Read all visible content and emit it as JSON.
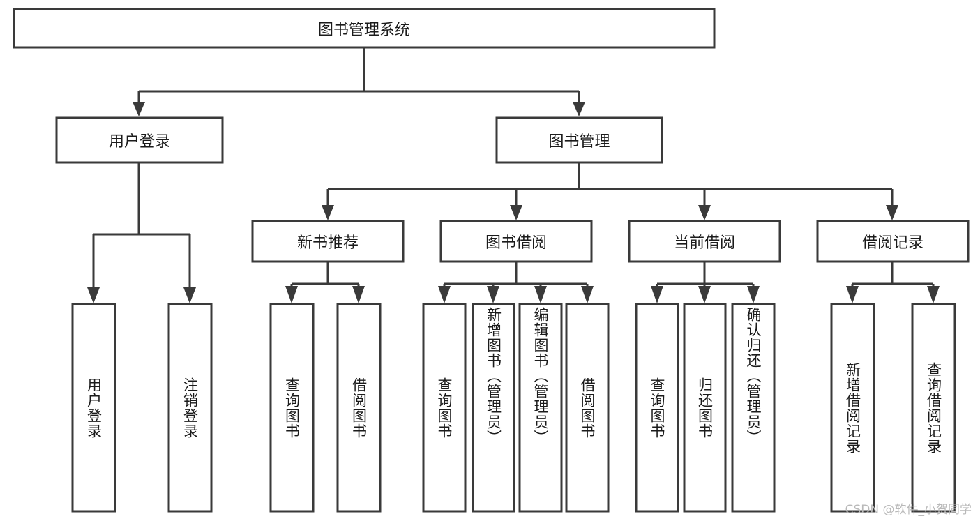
{
  "diagram": {
    "type": "hierarchy-tree",
    "title": "图书管理系统",
    "watermark": "CSDN @软件_小贺同学",
    "colors": {
      "stroke": "#3a3a3a",
      "box_fill": "#ffffff",
      "text": "#1b1b1b",
      "watermark": "#b9b9b9",
      "background": "#ffffff"
    },
    "root": {
      "label": "图书管理系统",
      "orientation": "horizontal"
    },
    "level2": [
      {
        "label": "用户登录",
        "orientation": "horizontal"
      },
      {
        "label": "图书管理",
        "orientation": "horizontal"
      }
    ],
    "level3": [
      {
        "label": "新书推荐",
        "orientation": "horizontal"
      },
      {
        "label": "图书借阅",
        "orientation": "horizontal"
      },
      {
        "label": "当前借阅",
        "orientation": "horizontal"
      },
      {
        "label": "借阅记录",
        "orientation": "horizontal"
      }
    ],
    "leaves": {
      "user_login": [
        {
          "label": "用户登录",
          "orientation": "vertical"
        },
        {
          "label": "注销登录",
          "orientation": "vertical"
        }
      ],
      "new_book_recommend": [
        {
          "label": "查询图书",
          "orientation": "vertical"
        },
        {
          "label": "借阅图书",
          "orientation": "vertical"
        }
      ],
      "book_borrow": [
        {
          "label": "查询图书",
          "orientation": "vertical"
        },
        {
          "label": "新增图书（管理员）",
          "orientation": "vertical"
        },
        {
          "label": "编辑图书（管理员）",
          "orientation": "vertical"
        },
        {
          "label": "借阅图书",
          "orientation": "vertical"
        }
      ],
      "current_borrow": [
        {
          "label": "查询图书",
          "orientation": "vertical"
        },
        {
          "label": "归还图书",
          "orientation": "vertical"
        },
        {
          "label": "确认归还（管理员）",
          "orientation": "vertical"
        }
      ],
      "borrow_record": [
        {
          "label": "新增借阅记录",
          "orientation": "vertical"
        },
        {
          "label": "查询借阅记录",
          "orientation": "vertical"
        }
      ]
    }
  }
}
